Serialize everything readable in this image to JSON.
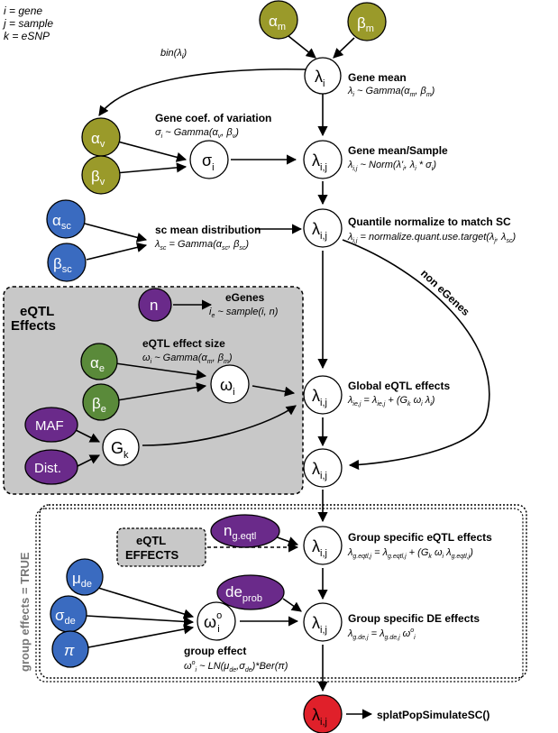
{
  "legend": {
    "i": "i = gene",
    "j": "j = sample",
    "k": "k = eSNP"
  },
  "colors": {
    "olive": "#9a9a2a",
    "blue": "#3a6bc0",
    "purple": "#6a2a8a",
    "red": "#e0202a",
    "box_gray": "#c8c8c8"
  },
  "nodes": {
    "alpha_m": {
      "main": "α",
      "sub": "m"
    },
    "beta_m": {
      "main": "β",
      "sub": "m"
    },
    "alpha_v": {
      "main": "α",
      "sub": "v"
    },
    "beta_v": {
      "main": "β",
      "sub": "v"
    },
    "alpha_sc": {
      "main": "α",
      "sub": "sc"
    },
    "beta_sc": {
      "main": "β",
      "sub": "sc"
    },
    "n": {
      "main": "n"
    },
    "alpha_e": {
      "main": "α",
      "sub": "e"
    },
    "beta_e": {
      "main": "β",
      "sub": "e"
    },
    "maf": {
      "main": "MAF"
    },
    "dist": {
      "main": "Dist."
    },
    "n_geqtl": {
      "main": "n",
      "sub": "g.eqtl"
    },
    "de_prob": {
      "main": "de",
      "sub": "prob"
    },
    "mu_de": {
      "main": "μ",
      "sub": "de"
    },
    "sigma_de": {
      "main": "σ",
      "sub": "de"
    },
    "pi": {
      "main": "π"
    },
    "lambda_i": {
      "main": "λ",
      "sub": "i"
    },
    "sigma_i": {
      "main": "σ",
      "sub": "i"
    },
    "lambda_ij_1": {
      "main": "λ",
      "sub": "i,j"
    },
    "lambda_ij_2": {
      "main": "λ",
      "sub": "i,j"
    },
    "omega_i": {
      "main": "ω",
      "sub": "i"
    },
    "g_k": {
      "main": "G",
      "sub": "k"
    },
    "lambda_ij_3": {
      "main": "λ",
      "sub": "i,j"
    },
    "lambda_ij_4": {
      "main": "λ",
      "sub": "i,j"
    },
    "lambda_ij_5": {
      "main": "λ",
      "sub": "i,j"
    },
    "omega_o_i": {
      "main": "ω",
      "sup": "o",
      "sub": "i"
    },
    "lambda_ij_6": {
      "main": "λ",
      "sub": "i,j"
    },
    "lambda_ij_final": {
      "main": "λ",
      "sub": "i,j"
    }
  },
  "labels": {
    "bin": "bin(λ",
    "bin_sub": "i",
    "gene_mean_title": "Gene mean",
    "gene_mean_eq": "λ",
    "gene_coef_title": "Gene coef. of variation",
    "gene_coef_eq": "σ",
    "gene_mean_sample_title": "Gene mean/Sample",
    "sc_mean_title": "sc mean distribution",
    "quantile_title": "Quantile normalize to match SC",
    "non_egenes": "non eGenes",
    "eqtl_effects_box_1": "eQTL",
    "eqtl_effects_box_2": "Effects",
    "egenes_title": "eGenes",
    "eqtl_size_title": "eQTL effect size",
    "global_eqtl_title": "Global eQTL effects",
    "group_eqtl_box_1": "eQTL",
    "group_eqtl_box_2": "EFFECTS",
    "group_specific_eqtl_title": "Group specific eQTL effects",
    "group_specific_de_title": "Group specific DE effects",
    "group_effect_title": "group effect",
    "group_effects_true": "group effects = TRUE",
    "final_call": "splatPopSimulateSC()"
  }
}
